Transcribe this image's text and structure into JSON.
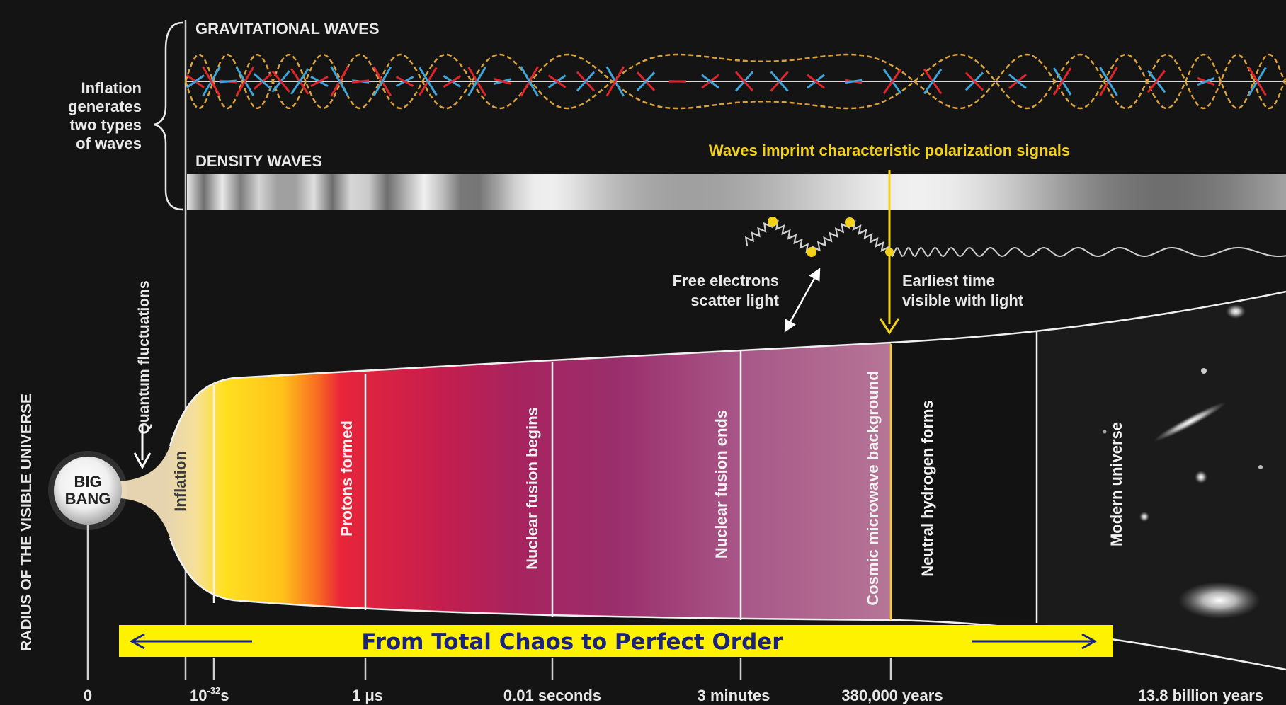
{
  "left_axis_label": "RADIUS OF THE VISIBLE UNIVERSE",
  "inflation_note": [
    "Inflation",
    "generates",
    "two types",
    "of waves"
  ],
  "gravitational_waves_label": "GRAVITATIONAL WAVES",
  "density_waves_label": "DENSITY WAVES",
  "polarization_note": "Waves imprint characteristic polarization signals",
  "quantum_fluctuations_label": "Quantum fluctuations",
  "big_bang_label": [
    "BIG",
    "BANG"
  ],
  "free_electrons_note": [
    "Free electrons",
    "scatter light"
  ],
  "earliest_time_note": [
    "Earliest time",
    "visible with light"
  ],
  "epochs": [
    "Inflation",
    "Protons formed",
    "Nuclear fusion begins",
    "Nuclear fusion ends",
    "Cosmic microwave background",
    "Neutral hydrogen forms",
    "Modern universe"
  ],
  "timeline_ticks": [
    "0",
    "10",
    "1 μs",
    "0.01 seconds",
    "3 minutes",
    "380,000 years",
    "13.8 billion years"
  ],
  "tick_exponent": "-32",
  "tick_suffix": "s",
  "banner": "From Total Chaos to Perfect Order",
  "colors": {
    "background": "#141414",
    "banner_bg": "#fff200",
    "banner_text": "#1a237e",
    "accent_yellow": "#f2d21a",
    "gw_dashed": "#d9a13a",
    "gw_red": "#e0242c",
    "gw_blue": "#3aa6dc"
  }
}
